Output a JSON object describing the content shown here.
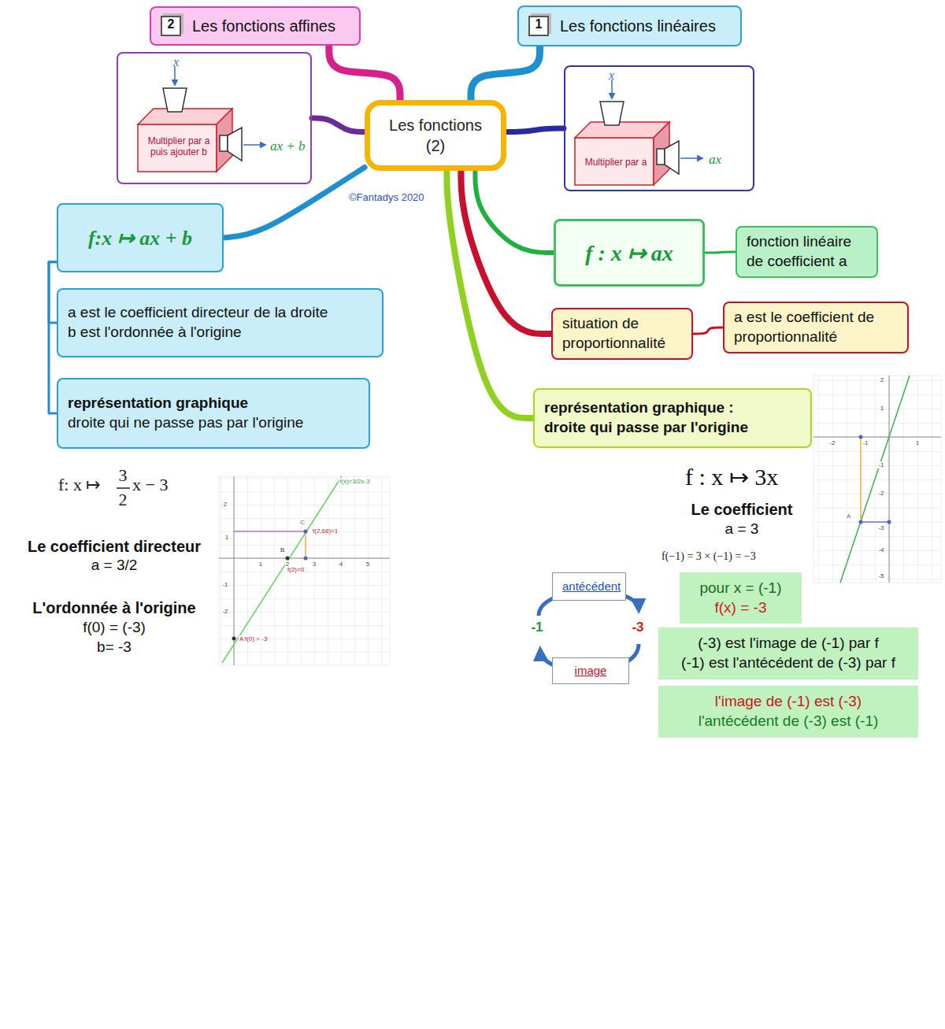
{
  "diagram": {
    "nodes": [
      {
        "text": [
          "Les fonctions (2)"
        ]
      },
      {
        "text": [
          "2",
          "Les fonctions affines"
        ]
      },
      {
        "text": [
          "1",
          "Les fonctions linéaires"
        ]
      },
      {
        "text": [
          "x",
          "Multiplier par a puis ajouter b",
          "ax + b"
        ]
      },
      {
        "text": [
          "x",
          "Multiplier par a",
          "ax"
        ]
      },
      {
        "text": [
          "f:x ↦ ax + b"
        ]
      },
      {
        "text": [
          "a est le coefficient directeur de la droite",
          "b est l'ordonnée à l'origine"
        ]
      },
      {
        "text": [
          "représentation graphique",
          "droite qui ne passe pas par l'origine"
        ]
      },
      {
        "text": [
          "f : x ↦ ax"
        ]
      },
      {
        "text": [
          "fonction linéaire de coefficient a"
        ]
      },
      {
        "text": [
          "situation de proportionnalité"
        ]
      },
      {
        "text": [
          "a est le coefficient de proportionnalité"
        ]
      },
      {
        "text": [
          "représentation graphique :",
          "droite qui passe par l'origine"
        ]
      },
      {
        "text": [
          "pour x = (-1)",
          "f(x) = -3"
        ]
      },
      {
        "text": [
          "(-3) est l'image de (-1) par f",
          "(-1) est l'antécédent de (-3) par f"
        ]
      },
      {
        "text": [
          "l'image de (-1) est (-3)",
          "l'antécédent de (-3) est (-1)"
        ]
      },
      {
        "text": [
          "antécédent"
        ]
      },
      {
        "text": [
          "image"
        ]
      }
    ],
    "edges": [
      {
        "from": 0,
        "to": 1,
        "arrow": "none"
      },
      {
        "from": 0,
        "to": 2,
        "arrow": "none"
      },
      {
        "from": 0,
        "to": 3,
        "arrow": "none"
      },
      {
        "from": 0,
        "to": 4,
        "arrow": "none"
      },
      {
        "from": 0,
        "to": 5,
        "arrow": "none"
      },
      {
        "from": 0,
        "to": 8,
        "arrow": "none"
      },
      {
        "from": 0,
        "to": 10,
        "arrow": "none"
      },
      {
        "from": 0,
        "to": 12,
        "arrow": "none"
      },
      {
        "from": 5,
        "to": 6,
        "arrow": "none"
      },
      {
        "from": 5,
        "to": 7,
        "arrow": "none"
      },
      {
        "from": 8,
        "to": 9,
        "arrow": "none"
      },
      {
        "from": 10,
        "to": 11,
        "arrow": "none"
      }
    ],
    "labels": [
      "©Fantadys 2020",
      "f: x ↦",
      "3",
      "2",
      "x − 3",
      "Le coefficient directeur",
      "a = 3/2",
      "L'ordonnée à l'origine",
      "f(0) = (-3)",
      "b= -3",
      "f(x)=3/2x-3",
      "C",
      "f(2,68)=1",
      "B",
      "f(2)=0",
      "A f(0) = -3",
      "f : x ↦ 3x",
      "Le coefficient",
      "a = 3",
      "f(−1) = 3 × (−1) = −3",
      "A",
      "-1",
      "-3",
      "1",
      "2",
      "3",
      "4",
      "5",
      "2",
      "1",
      "-1",
      "-2",
      "-2",
      "-1",
      "1",
      "2",
      "1",
      "-1",
      "-2",
      "-3",
      "-4",
      "-5"
    ]
  }
}
